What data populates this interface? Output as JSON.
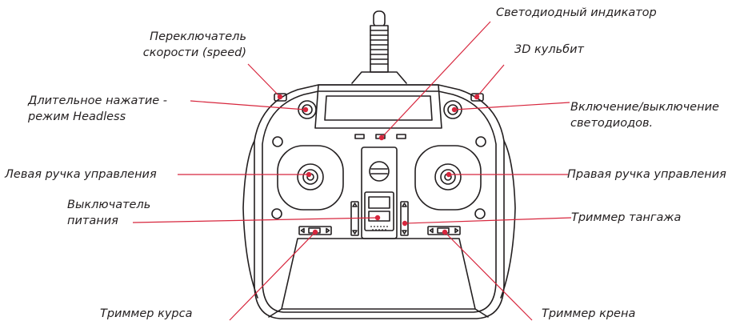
{
  "colors": {
    "outline": "#231f20",
    "callout": "#d7263d",
    "background": "#ffffff"
  },
  "labels": {
    "led_indicator": "Светодиодный индикатор",
    "speed_switch": [
      "Переключатель",
      "скорости (speed)"
    ],
    "flip_3d": "3D кульбит",
    "headless": [
      "Длительное нажатие -",
      "режим Headless"
    ],
    "led_toggle": [
      "Включение/выключение",
      "светодиодов."
    ],
    "left_stick": "Левая ручка управления",
    "right_stick": "Правая ручка управления",
    "power_switch": [
      "Выключатель",
      "питания"
    ],
    "pitch_trim": "Триммер тангажа",
    "yaw_trim": "Триммер курса",
    "roll_trim": "Триммер крена"
  }
}
